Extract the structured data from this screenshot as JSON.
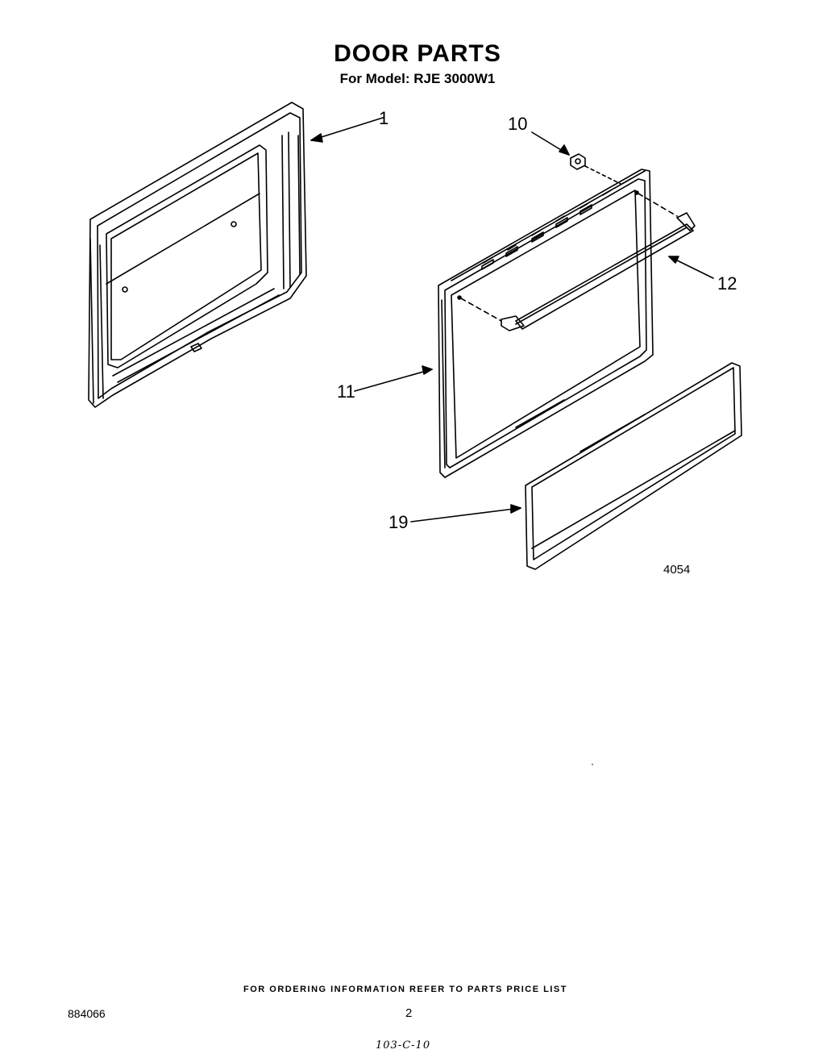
{
  "header": {
    "title": "DOOR PARTS",
    "subtitle": "For Model: RJE 3000W1"
  },
  "callouts": [
    {
      "id": "1",
      "label": "1"
    },
    {
      "id": "10",
      "label": "10"
    },
    {
      "id": "12",
      "label": "12"
    },
    {
      "id": "11",
      "label": "11"
    },
    {
      "id": "19",
      "label": "19"
    }
  ],
  "figure_number": "4054",
  "footer": {
    "ordering_note": "FOR ORDERING INFORMATION REFER TO PARTS PRICE LIST",
    "document_id": "884066",
    "page_number": "2",
    "handwritten_code": "103-C-10"
  }
}
